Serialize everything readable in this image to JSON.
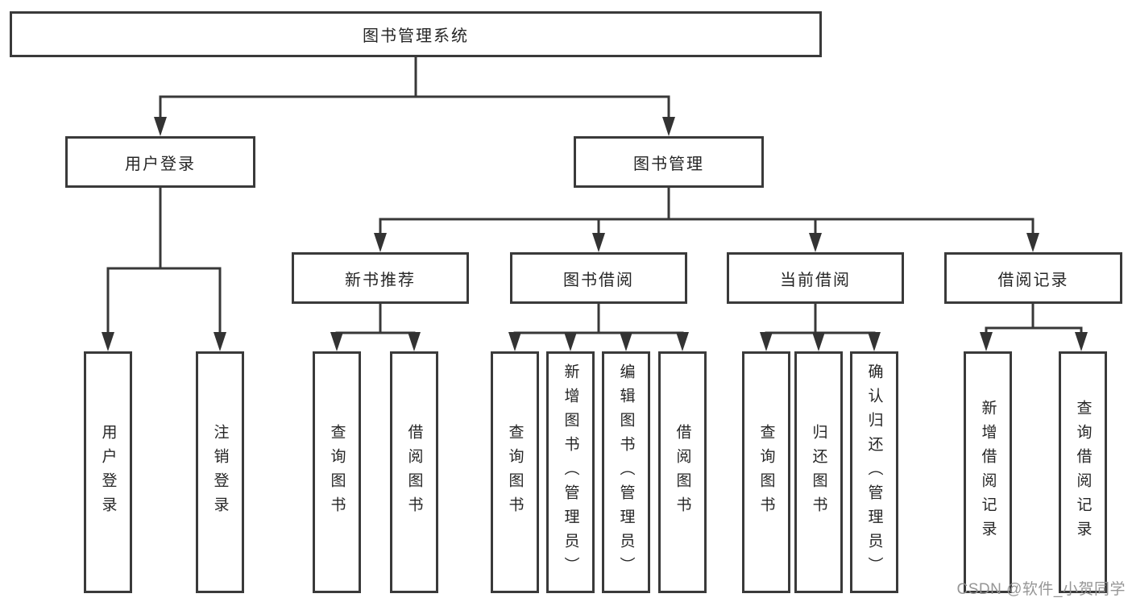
{
  "diagram_title": "图书管理系统",
  "nodes": {
    "root": "图书管理系统",
    "l2": [
      "用户登录",
      "图书管理"
    ],
    "l3": [
      "新书推荐",
      "图书借阅",
      "当前借阅",
      "借阅记录"
    ],
    "l4": [
      "用户登录",
      "注销登录",
      "查询图书",
      "借阅图书",
      "查询图书",
      "新增图书（管理员）",
      "编辑图书（管理员）",
      "借阅图书",
      "查询图书",
      "归还图书",
      "确认归还（管理员）",
      "新增借阅记录",
      "查询借阅记录"
    ]
  },
  "watermark": "CSDN @软件_小贺同学",
  "colors": {
    "line": "#383838",
    "box_border": "#3a3a3a",
    "text": "#262626",
    "watermark": "#919191",
    "background": "#ffffff"
  }
}
